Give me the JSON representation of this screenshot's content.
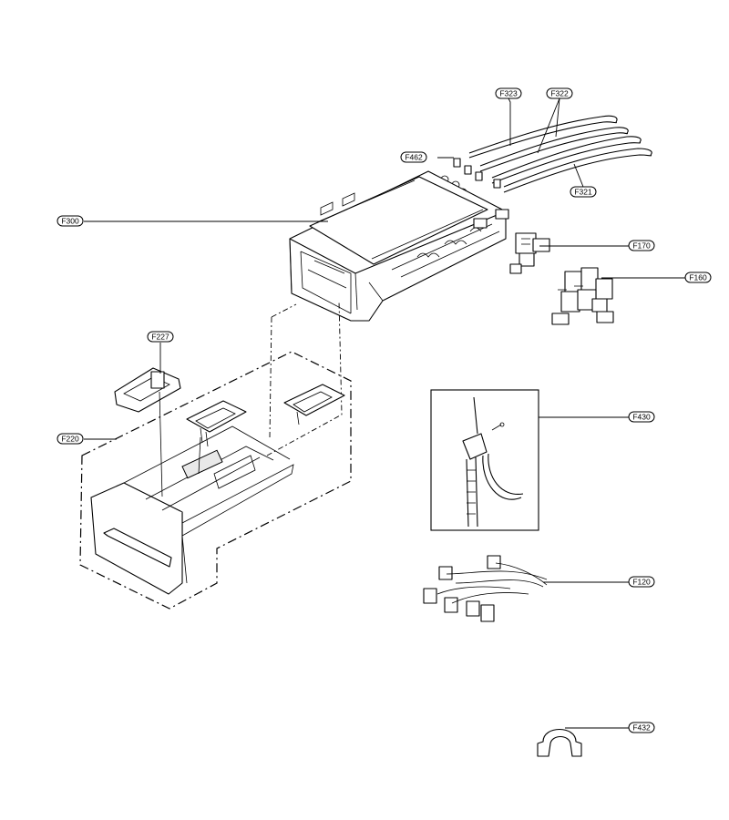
{
  "callouts": [
    {
      "id": "F323",
      "label": "F323"
    },
    {
      "id": "F322",
      "label": "F322"
    },
    {
      "id": "F462",
      "label": "F462"
    },
    {
      "id": "F321",
      "label": "F321"
    },
    {
      "id": "F300",
      "label": "F300"
    },
    {
      "id": "F170",
      "label": "F170"
    },
    {
      "id": "F160",
      "label": "F160"
    },
    {
      "id": "F227",
      "label": "F227"
    },
    {
      "id": "F220",
      "label": "F220"
    },
    {
      "id": "F430",
      "label": "F430"
    },
    {
      "id": "F120",
      "label": "F120"
    },
    {
      "id": "F432",
      "label": "F432"
    }
  ]
}
